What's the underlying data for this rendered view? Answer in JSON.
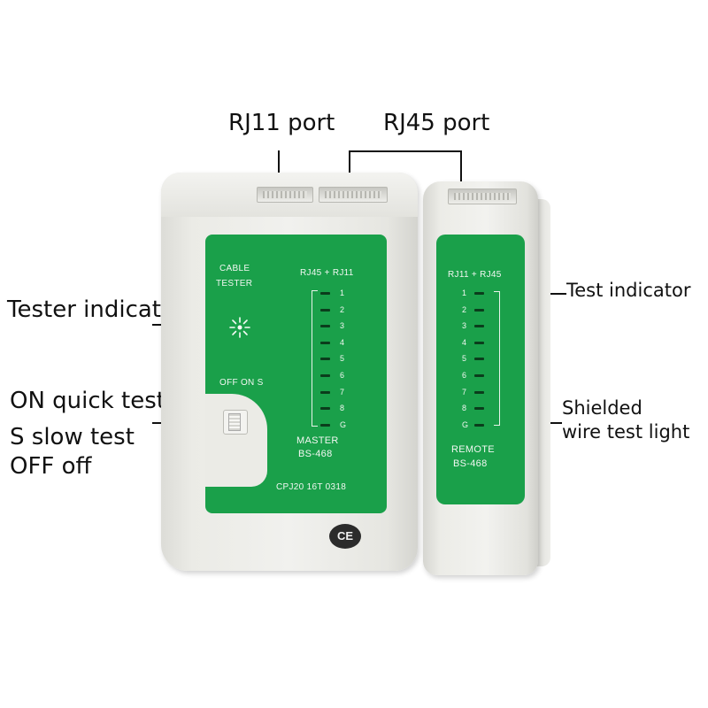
{
  "callouts": {
    "rj11_port": "RJ11 port",
    "rj45_port": "RJ45 port",
    "tester_indicator": "Tester indicator",
    "on_quick_test": "ON quick test",
    "s_slow_test": "S slow test",
    "off_off": "OFF off",
    "test_indicator": "Test indicator",
    "shielded_line1": "Shielded",
    "shielded_line2": "wire test light"
  },
  "master": {
    "title_line1": "CABLE",
    "title_line2": "TESTER",
    "header": "RJ45 + RJ11",
    "switch_label": "OFF ON S",
    "leds": [
      "1",
      "2",
      "3",
      "4",
      "5",
      "6",
      "7",
      "8",
      "G"
    ],
    "model_line1": "MASTER",
    "model_line2": "BS-468",
    "serial": "CPJ20 16T 0318",
    "ce_mark": "CE"
  },
  "remote": {
    "header": "RJ11 + RJ45",
    "leds": [
      "1",
      "2",
      "3",
      "4",
      "5",
      "6",
      "7",
      "8",
      "G"
    ],
    "model_line1": "REMOTE",
    "model_line2": "BS-468"
  },
  "colors": {
    "panel_green": "#1aa04a",
    "body_gray": "#ebebe6",
    "led_dark": "#0b3d1c"
  }
}
